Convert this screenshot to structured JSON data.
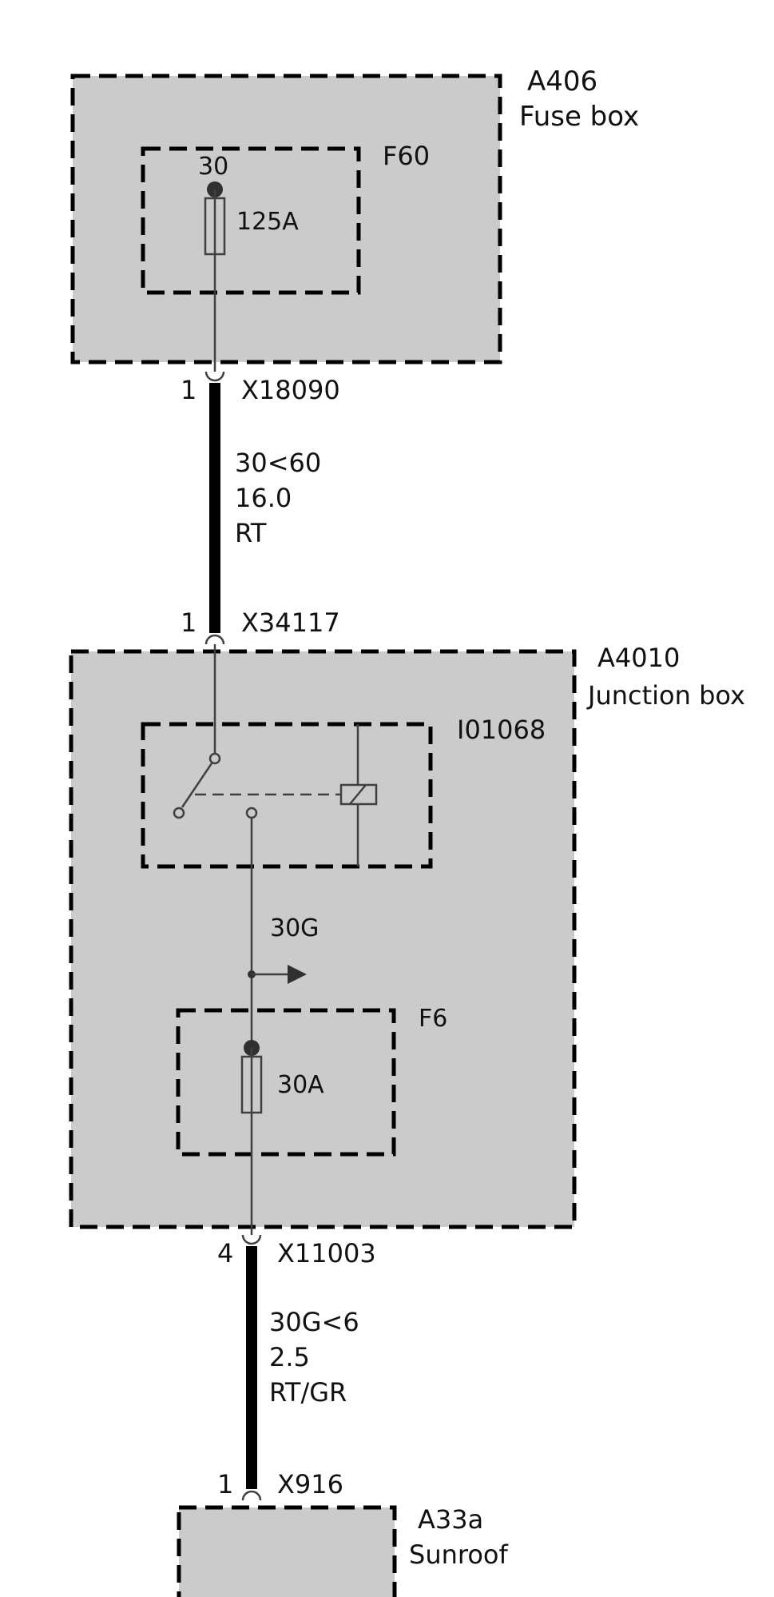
{
  "colors": {
    "box_fill": "#cbcbcb",
    "line": "#404040",
    "wire": "#000000",
    "text": "#111111"
  },
  "fuse_box": {
    "id": "A406",
    "name": "Fuse box",
    "fuse": {
      "id": "F60",
      "terminal": "30",
      "rating": "125A"
    }
  },
  "connector_top_out": {
    "pin": "1",
    "id": "X18090"
  },
  "wire_1": {
    "circuit": "30<60",
    "gauge": "16.0",
    "color": "RT"
  },
  "connector_jbox_in": {
    "pin": "1",
    "id": "X34117"
  },
  "junction_box": {
    "id": "A4010",
    "name": "Junction box",
    "relay": {
      "id": "I01068"
    },
    "output_label": "30G",
    "fuse": {
      "id": "F6",
      "rating": "30A"
    }
  },
  "connector_jbox_out": {
    "pin": "4",
    "id": "X11003"
  },
  "wire_2": {
    "circuit": "30G<6",
    "gauge": "2.5",
    "color": "RT/GR"
  },
  "connector_sunroof": {
    "pin": "1",
    "id": "X916"
  },
  "sunroof": {
    "id": "A33a",
    "name": "Sunroof"
  }
}
